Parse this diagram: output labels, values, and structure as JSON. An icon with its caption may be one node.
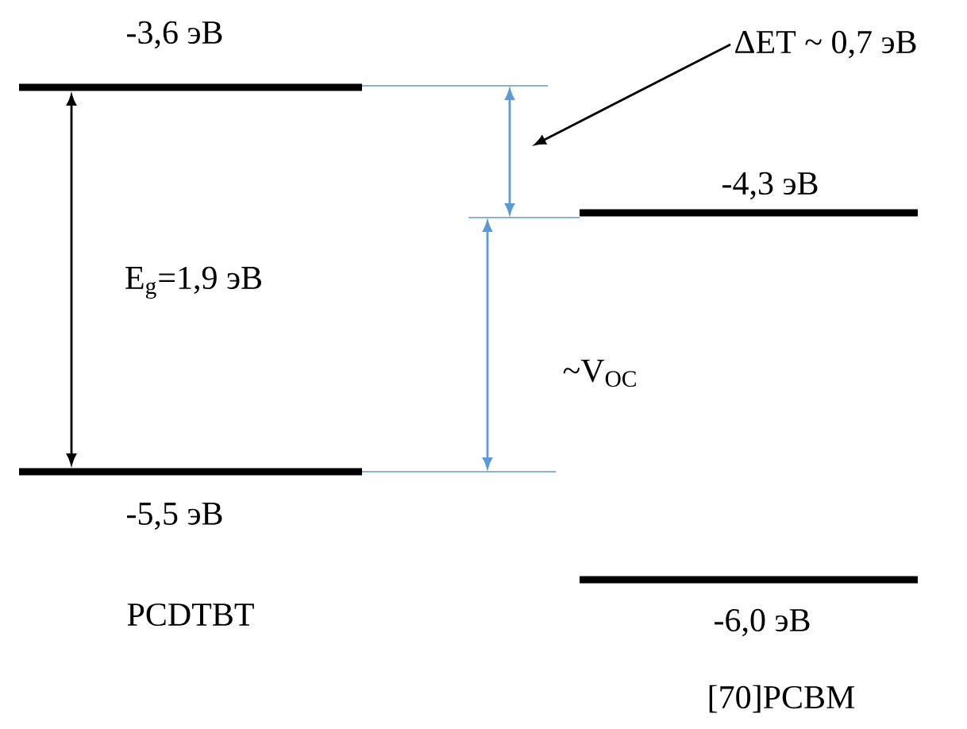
{
  "diagram": {
    "nodes": [
      {
        "text": [
          "-3,6 эВ"
        ]
      },
      {
        "text": [
          "-5,5 эВ"
        ]
      },
      {
        "text": [
          "-4,3 эВ"
        ]
      },
      {
        "text": [
          "-6,0 эВ"
        ]
      },
      {
        "text": [
          "ΔET ~ 0,7 эВ"
        ]
      }
    ],
    "edges": [
      {
        "from": 0,
        "to": 1,
        "arrow": "both",
        "label": "E$_{g}$=1,9 эВ"
      },
      {
        "from": 0,
        "to": 2,
        "arrow": "both",
        "color": "#5b9bd5"
      },
      {
        "from": 2,
        "to": 1,
        "arrow": "both",
        "label": "~V$_{OC}$",
        "color": "#5b9bd5"
      },
      {
        "from": 4,
        "to": null,
        "arrow": "to"
      }
    ],
    "labels": [
      "PCDTBT",
      "[70]PCBM"
    ]
  }
}
